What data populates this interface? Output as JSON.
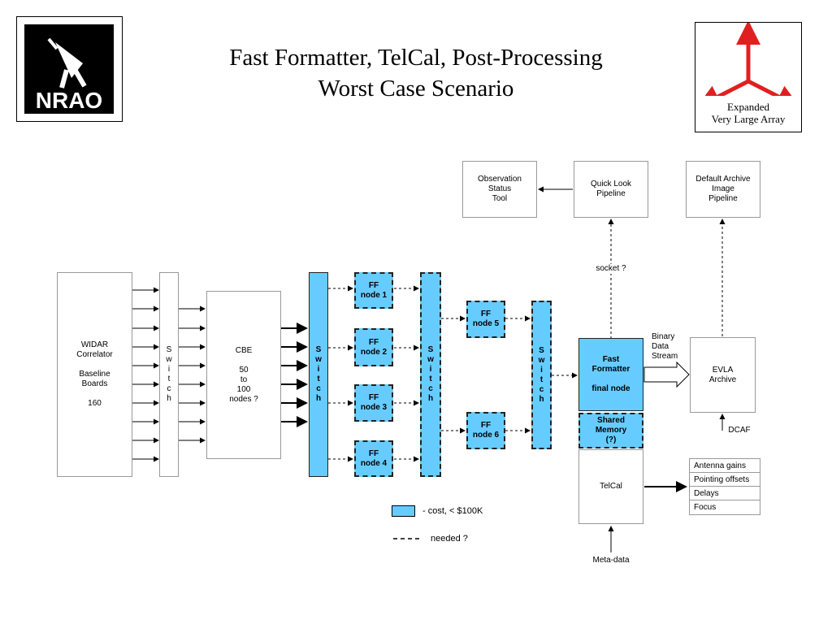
{
  "title": {
    "line1": "Fast Formatter, TelCal, Post-Processing",
    "line2": "Worst Case Scenario"
  },
  "logos": {
    "nrao": "NRAO",
    "evla": [
      "Expanded",
      "Very Large Array"
    ]
  },
  "boxes": {
    "widar": "WIDAR\nCorrelator\n\nBaseline\nBoards\n\n160",
    "switch_letters": "S\nw\ni\nt\nc\nh",
    "cbe": "CBE\n\n50\nto\n100\nnodes ?",
    "ff1": "FF\nnode 1",
    "ff2": "FF\nnode 2",
    "ff3": "FF\nnode 3",
    "ff4": "FF\nnode 4",
    "ff5": "FF\nnode 5",
    "ff6": "FF\nnode 6",
    "obs_status": "Observation\nStatus\nTool",
    "quick_look": "Quick Look\nPipeline",
    "default_archive": "Default Archive\nImage\nPipeline",
    "fast_formatter": "Fast\nFormatter\n\nfinal node",
    "shared_memory": "Shared\nMemory\n(?)",
    "telcal": "TelCal",
    "evla_archive": "EVLA\nArchive"
  },
  "labels": {
    "socket": "socket ?",
    "binary_stream": "Binary\nData\nStream",
    "dcaf": "DCAF",
    "meta_data": "Meta-data"
  },
  "telcal_outputs": [
    "Antenna gains",
    "Pointing offsets",
    "Delays",
    "Focus"
  ],
  "legend": {
    "cost": "- cost, < $100K",
    "needed": "needed ?"
  },
  "colors": {
    "node_fill": "#66ccff",
    "logo_arrow": "#e02020",
    "logo_text": "#b01010"
  }
}
